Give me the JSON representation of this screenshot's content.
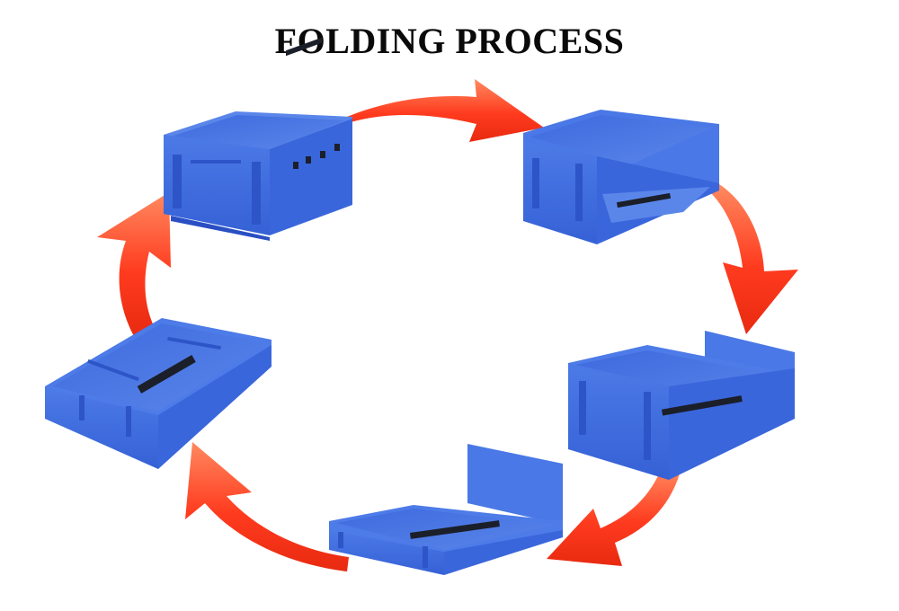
{
  "title": "FOLDING PROCESS",
  "colors": {
    "crate_main": "#3f6fe0",
    "crate_dark": "#2a4fc4",
    "crate_light": "#6f93ef",
    "crate_inner": "#4a78e6",
    "arrow_main": "#ff3b1f",
    "arrow_light": "#ff7a55",
    "slot": "#1b1f2a"
  },
  "steps": [
    {
      "id": 1,
      "state": "assembled-crate"
    },
    {
      "id": 2,
      "state": "front-wall-folded"
    },
    {
      "id": 3,
      "state": "side-walls-folded"
    },
    {
      "id": 4,
      "state": "one-long-wall-folded"
    },
    {
      "id": 5,
      "state": "fully-collapsed"
    }
  ],
  "arrows": [
    {
      "from": 1,
      "to": 2,
      "icon": "curved-arrow-icon"
    },
    {
      "from": 2,
      "to": 3,
      "icon": "curved-arrow-icon"
    },
    {
      "from": 3,
      "to": 4,
      "icon": "curved-arrow-icon"
    },
    {
      "from": 4,
      "to": 5,
      "icon": "curved-arrow-icon"
    },
    {
      "from": 5,
      "to": 1,
      "icon": "curved-arrow-icon"
    }
  ]
}
